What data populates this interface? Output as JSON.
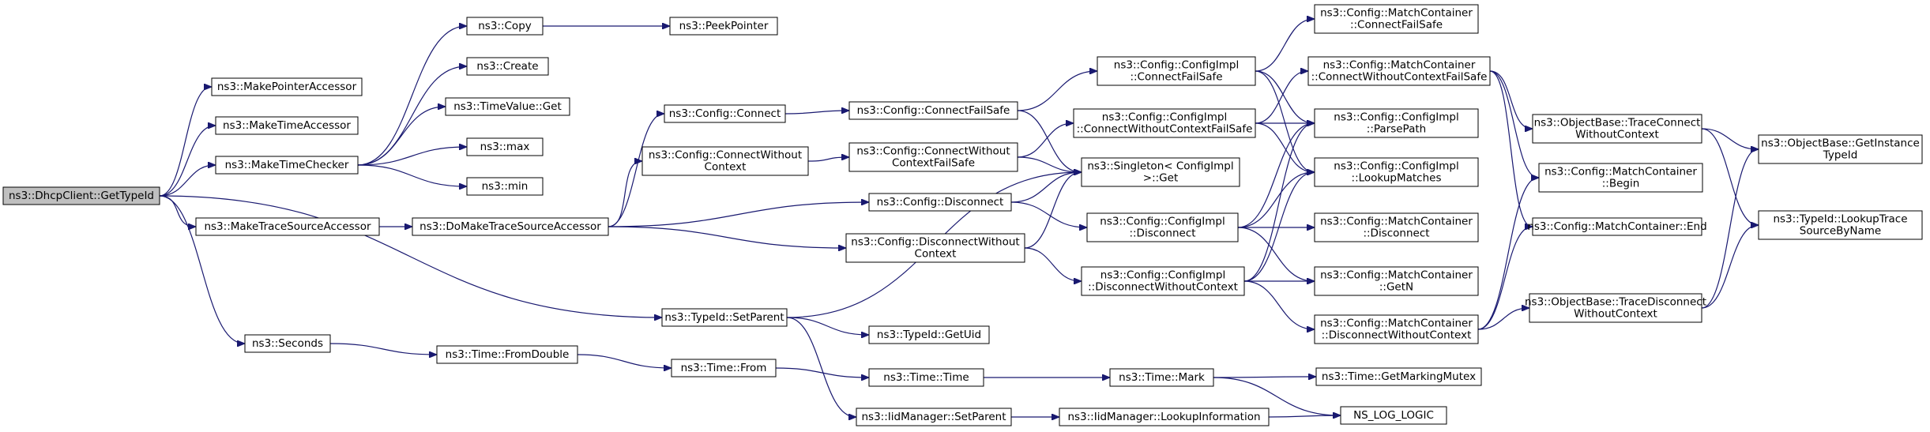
{
  "graph": {
    "nodes": [
      {
        "id": "root",
        "lines": [
          "ns3::DhcpClient::GetTypeId"
        ],
        "root": true
      },
      {
        "id": "mpa",
        "lines": [
          "ns3::MakePointerAccessor"
        ]
      },
      {
        "id": "mta",
        "lines": [
          "ns3::MakeTimeAccessor"
        ]
      },
      {
        "id": "mtc",
        "lines": [
          "ns3::MakeTimeChecker"
        ]
      },
      {
        "id": "mtsa",
        "lines": [
          "ns3::MakeTraceSourceAccessor"
        ]
      },
      {
        "id": "sec",
        "lines": [
          "ns3::Seconds"
        ]
      },
      {
        "id": "copy",
        "lines": [
          "ns3::Copy"
        ]
      },
      {
        "id": "peek",
        "lines": [
          "ns3::PeekPointer"
        ]
      },
      {
        "id": "create",
        "lines": [
          "ns3::Create"
        ]
      },
      {
        "id": "tvget",
        "lines": [
          "ns3::TimeValue::Get"
        ]
      },
      {
        "id": "max",
        "lines": [
          "ns3::max"
        ]
      },
      {
        "id": "min",
        "lines": [
          "ns3::min"
        ]
      },
      {
        "id": "dmtsa",
        "lines": [
          "ns3::DoMakeTraceSourceAccessor"
        ]
      },
      {
        "id": "cconn",
        "lines": [
          "ns3::Config::Connect"
        ]
      },
      {
        "id": "ccwc",
        "lines": [
          "ns3::Config::ConnectWithout",
          "Context"
        ]
      },
      {
        "id": "ccfs",
        "lines": [
          "ns3::Config::ConnectFailSafe"
        ]
      },
      {
        "id": "ccwcfs",
        "lines": [
          "ns3::Config::ConnectWithout",
          "ContextFailSafe"
        ]
      },
      {
        "id": "cdisc",
        "lines": [
          "ns3::Config::Disconnect"
        ]
      },
      {
        "id": "cdwc",
        "lines": [
          "ns3::Config::DisconnectWithout",
          "Context"
        ]
      },
      {
        "id": "ciconnfs",
        "lines": [
          "ns3::Config::ConfigImpl",
          "::ConnectFailSafe"
        ]
      },
      {
        "id": "ciconnwcfs",
        "lines": [
          "ns3::Config::ConfigImpl",
          "::ConnectWithoutContextFailSafe"
        ]
      },
      {
        "id": "singleton",
        "lines": [
          "ns3::Singleton< ConfigImpl",
          " >::Get"
        ]
      },
      {
        "id": "cidisc",
        "lines": [
          "ns3::Config::ConfigImpl",
          "::Disconnect"
        ]
      },
      {
        "id": "cidwc",
        "lines": [
          "ns3::Config::ConfigImpl",
          "::DisconnectWithoutContext"
        ]
      },
      {
        "id": "mccfs",
        "lines": [
          "ns3::Config::MatchContainer",
          "::ConnectFailSafe"
        ]
      },
      {
        "id": "mccwcfs",
        "lines": [
          "ns3::Config::MatchContainer",
          "::ConnectWithoutContextFailSafe"
        ]
      },
      {
        "id": "parse",
        "lines": [
          "ns3::Config::ConfigImpl",
          "::ParsePath"
        ]
      },
      {
        "id": "lookup",
        "lines": [
          "ns3::Config::ConfigImpl",
          "::LookupMatches"
        ]
      },
      {
        "id": "mcdisc",
        "lines": [
          "ns3::Config::MatchContainer",
          "::Disconnect"
        ]
      },
      {
        "id": "mcgetn",
        "lines": [
          "ns3::Config::MatchContainer",
          "::GetN"
        ]
      },
      {
        "id": "mcdwc",
        "lines": [
          "ns3::Config::MatchContainer",
          "::DisconnectWithoutContext"
        ]
      },
      {
        "id": "obtcwc",
        "lines": [
          "ns3::ObjectBase::TraceConnect",
          "WithoutContext"
        ]
      },
      {
        "id": "mcbegin",
        "lines": [
          "ns3::Config::MatchContainer",
          "::Begin"
        ]
      },
      {
        "id": "mcend",
        "lines": [
          "ns3::Config::MatchContainer::End"
        ]
      },
      {
        "id": "obtdwc",
        "lines": [
          "ns3::ObjectBase::TraceDisconnect",
          "WithoutContext"
        ]
      },
      {
        "id": "obgit",
        "lines": [
          "ns3::ObjectBase::GetInstance",
          "TypeId"
        ]
      },
      {
        "id": "tidlts",
        "lines": [
          "ns3::TypeId::LookupTrace",
          "SourceByName"
        ]
      },
      {
        "id": "tidsp",
        "lines": [
          "ns3::TypeId::SetParent"
        ]
      },
      {
        "id": "tidgu",
        "lines": [
          "ns3::TypeId::GetUid"
        ]
      },
      {
        "id": "iidsp",
        "lines": [
          "ns3::IidManager::SetParent"
        ]
      },
      {
        "id": "iidli",
        "lines": [
          "ns3::IidManager::LookupInformation"
        ]
      },
      {
        "id": "nslog",
        "lines": [
          "NS_LOG_LOGIC"
        ]
      },
      {
        "id": "tfd",
        "lines": [
          "ns3::Time::FromDouble"
        ]
      },
      {
        "id": "tfrom",
        "lines": [
          "ns3::Time::From"
        ]
      },
      {
        "id": "ttime",
        "lines": [
          "ns3::Time::Time"
        ]
      },
      {
        "id": "tmark",
        "lines": [
          "ns3::Time::Mark"
        ]
      },
      {
        "id": "tgmm",
        "lines": [
          "ns3::Time::GetMarkingMutex"
        ]
      }
    ],
    "edges": [
      [
        "root",
        "mpa"
      ],
      [
        "root",
        "mta"
      ],
      [
        "root",
        "mtc"
      ],
      [
        "root",
        "mtsa"
      ],
      [
        "root",
        "sec"
      ],
      [
        "root",
        "tidsp"
      ],
      [
        "mtc",
        "copy"
      ],
      [
        "mtc",
        "create"
      ],
      [
        "mtc",
        "tvget"
      ],
      [
        "mtc",
        "max"
      ],
      [
        "mtc",
        "min"
      ],
      [
        "copy",
        "peek"
      ],
      [
        "mtsa",
        "dmtsa"
      ],
      [
        "dmtsa",
        "cconn"
      ],
      [
        "dmtsa",
        "ccwc"
      ],
      [
        "dmtsa",
        "cdisc"
      ],
      [
        "dmtsa",
        "cdwc"
      ],
      [
        "cconn",
        "ccfs"
      ],
      [
        "ccwc",
        "ccwcfs"
      ],
      [
        "ccfs",
        "ciconnfs"
      ],
      [
        "ccfs",
        "singleton"
      ],
      [
        "ccwcfs",
        "ciconnwcfs"
      ],
      [
        "ccwcfs",
        "singleton"
      ],
      [
        "cdisc",
        "singleton"
      ],
      [
        "cdisc",
        "cidisc"
      ],
      [
        "cdwc",
        "singleton"
      ],
      [
        "cdwc",
        "cidwc"
      ],
      [
        "ciconnfs",
        "mccfs"
      ],
      [
        "ciconnfs",
        "parse"
      ],
      [
        "ciconnfs",
        "lookup"
      ],
      [
        "ciconnwcfs",
        "mccwcfs"
      ],
      [
        "ciconnwcfs",
        "parse"
      ],
      [
        "ciconnwcfs",
        "lookup"
      ],
      [
        "cidisc",
        "parse"
      ],
      [
        "cidisc",
        "lookup"
      ],
      [
        "cidisc",
        "mcdisc"
      ],
      [
        "cidisc",
        "mcgetn"
      ],
      [
        "cidwc",
        "parse"
      ],
      [
        "cidwc",
        "lookup"
      ],
      [
        "cidwc",
        "mcgetn"
      ],
      [
        "cidwc",
        "mcdwc"
      ],
      [
        "mccwcfs",
        "obtcwc"
      ],
      [
        "mccwcfs",
        "mcbegin"
      ],
      [
        "mccwcfs",
        "mcend"
      ],
      [
        "mcdwc",
        "mcbegin"
      ],
      [
        "mcdwc",
        "mcend"
      ],
      [
        "mcdwc",
        "obtdwc"
      ],
      [
        "obtcwc",
        "obgit"
      ],
      [
        "obtcwc",
        "tidlts"
      ],
      [
        "obtdwc",
        "obgit"
      ],
      [
        "obtdwc",
        "tidlts"
      ],
      [
        "tidsp",
        "singleton"
      ],
      [
        "tidsp",
        "tidgu"
      ],
      [
        "tidsp",
        "iidsp"
      ],
      [
        "iidsp",
        "iidli"
      ],
      [
        "iidli",
        "nslog"
      ],
      [
        "sec",
        "tfd"
      ],
      [
        "tfd",
        "tfrom"
      ],
      [
        "tfrom",
        "ttime"
      ],
      [
        "ttime",
        "tmark"
      ],
      [
        "tmark",
        "tgmm"
      ],
      [
        "tmark",
        "nslog"
      ]
    ]
  }
}
